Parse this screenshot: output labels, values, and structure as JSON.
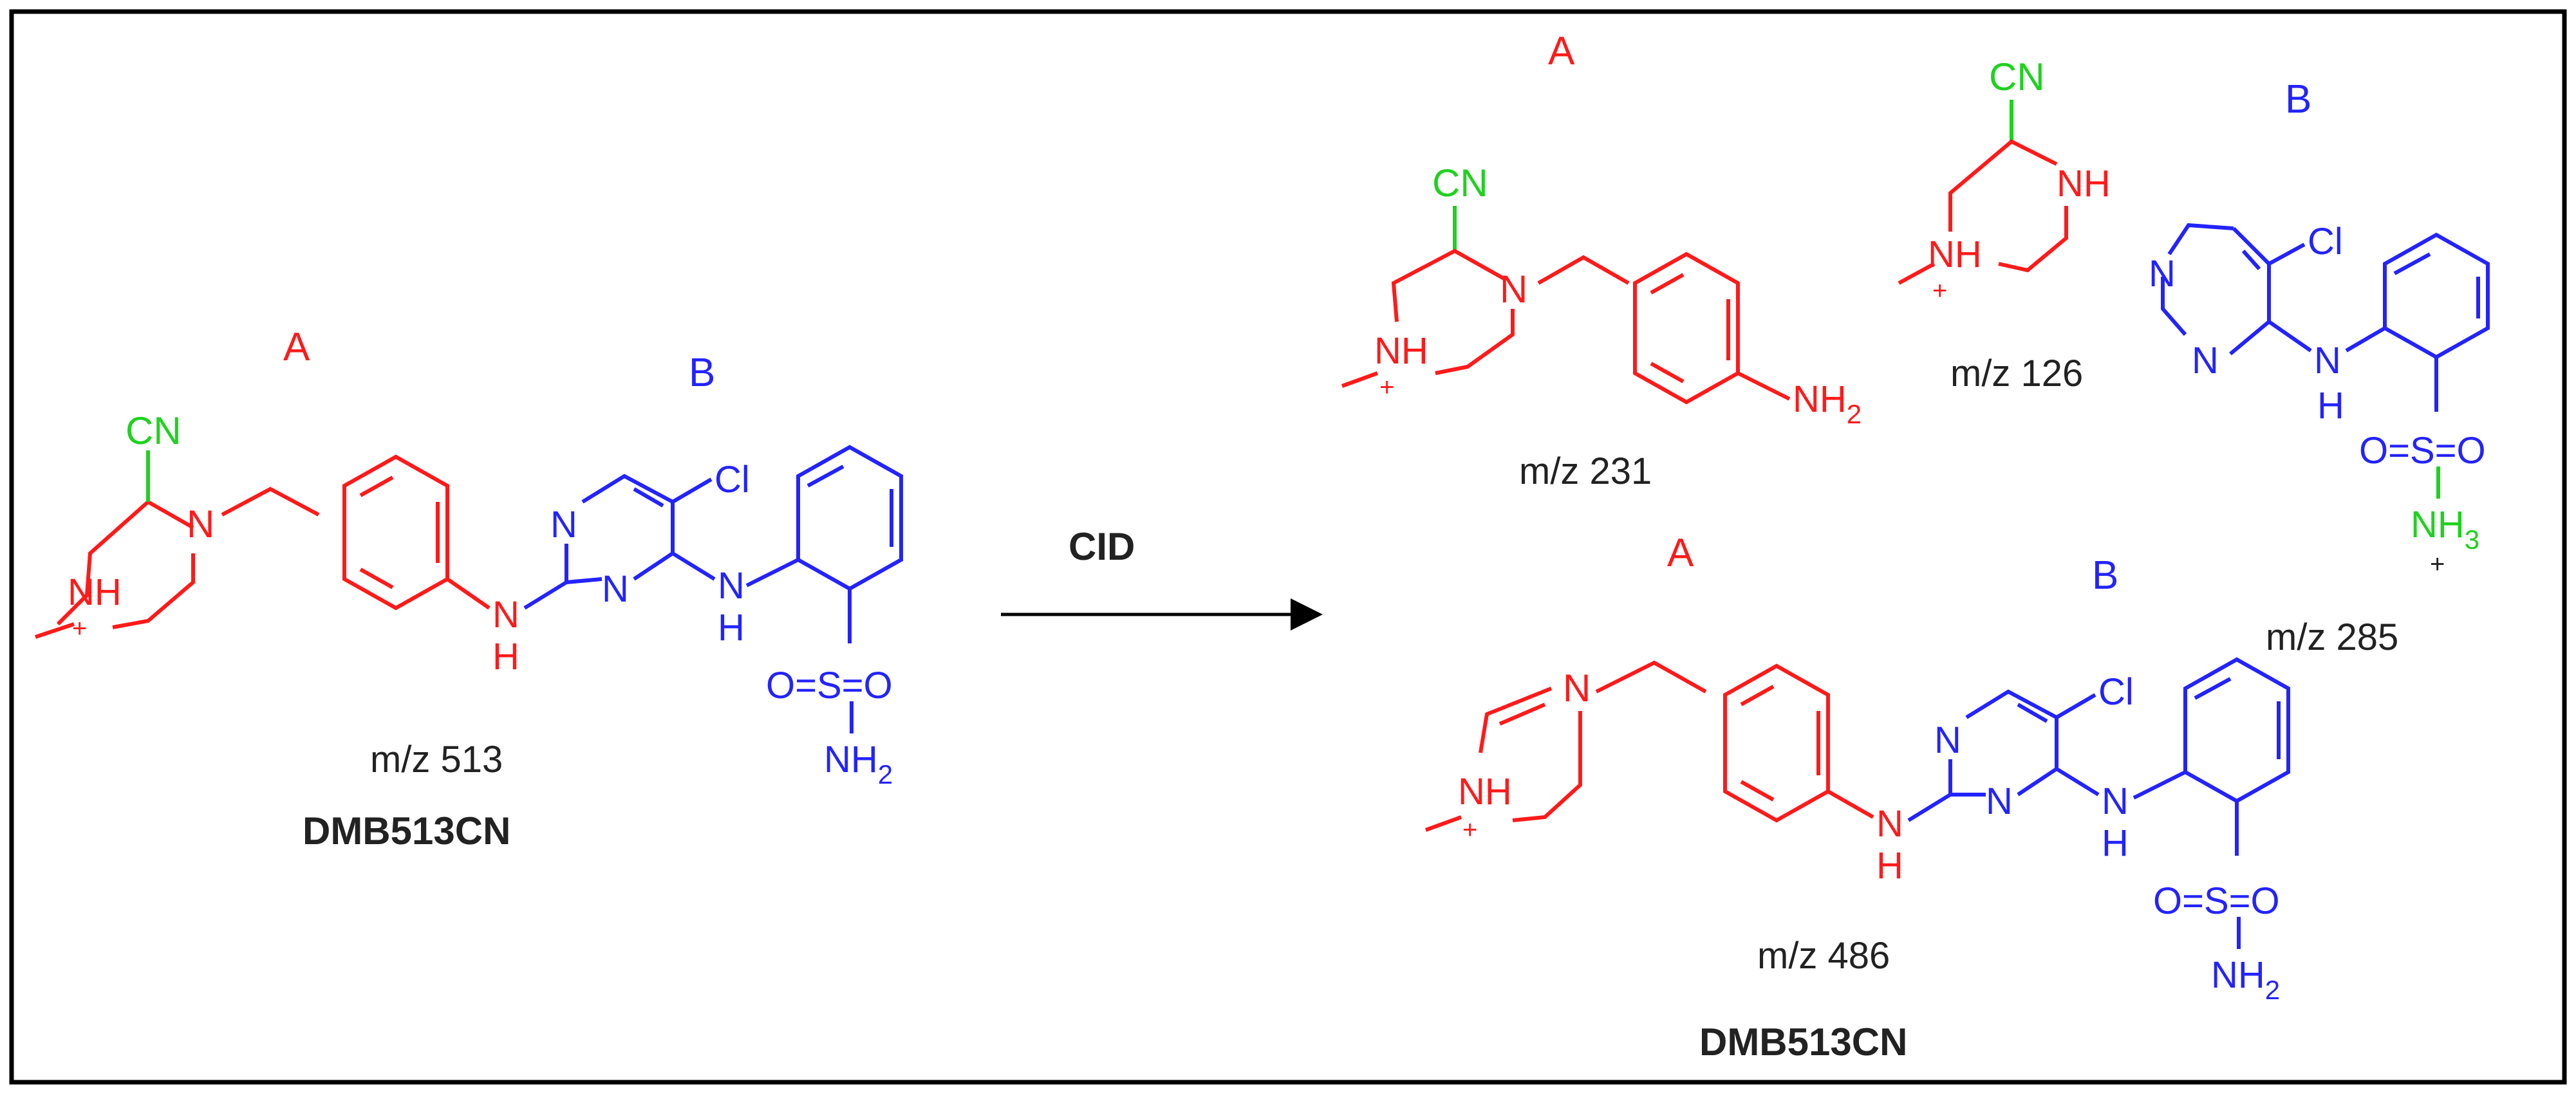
{
  "colors": {
    "fragment_a": "#ff1a1a",
    "fragment_b": "#2323ff",
    "nitrile": "#1ed21e",
    "text": "#222222",
    "frame": "#000000"
  },
  "parent": {
    "label_a": "A",
    "label_b": "B",
    "mz": "m/z 513",
    "name": "DMB513CN",
    "atoms": {
      "cn": "CN",
      "n_ring": "N",
      "nh_ring": "NH",
      "nh_link": "N",
      "h_link": "H",
      "pyr_n1": "N",
      "pyr_n2": "N",
      "cl": "Cl",
      "nh_b": "N",
      "h_b": "H",
      "sulfonyl": "O=S=O",
      "nh2": "NH",
      "sub2": "2"
    }
  },
  "reaction": {
    "label": "CID"
  },
  "fragment_231": {
    "label": "A",
    "mz": "m/z 231",
    "atoms": {
      "cn": "CN",
      "n_ring": "N",
      "nh_ring": "NH",
      "nh2": "NH",
      "sub2": "2"
    }
  },
  "fragment_126": {
    "mz": "m/z 126",
    "atoms": {
      "cn": "CN",
      "nh_top": "NH",
      "nh_ring": "NH"
    }
  },
  "fragment_285": {
    "label": "B",
    "mz": "m/z 285",
    "atoms": {
      "pyr_n1": "N",
      "pyr_n2": "N",
      "cl": "Cl",
      "nh": "N",
      "h": "H",
      "sulfonyl": "O=S=O",
      "nh3": "NH",
      "sub3": "3"
    }
  },
  "fragment_486": {
    "label_a": "A",
    "label_b": "B",
    "mz": "m/z 486",
    "name": "DMB513CN",
    "atoms": {
      "n_ring": "N",
      "nh_ring": "NH",
      "nh_link": "N",
      "h_link": "H",
      "pyr_n1": "N",
      "pyr_n2": "N",
      "cl": "Cl",
      "nh_b": "N",
      "h_b": "H",
      "sulfonyl": "O=S=O",
      "nh2": "NH",
      "sub2": "2"
    }
  }
}
